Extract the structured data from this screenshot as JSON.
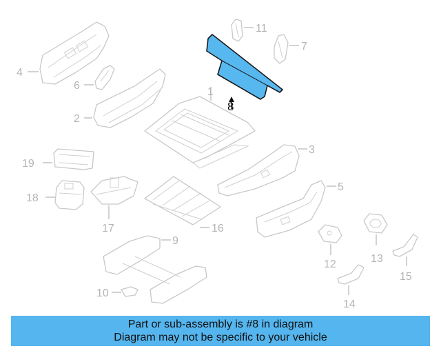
{
  "diagram": {
    "labels": {
      "p1": "1",
      "p2": "2",
      "p3": "3",
      "p4": "4",
      "p5": "5",
      "p6": "6",
      "p7": "7",
      "p8": "8",
      "p9": "9",
      "p10": "10",
      "p11": "11",
      "p12": "12",
      "p13": "13",
      "p14": "14",
      "p15": "15",
      "p16": "16",
      "p17": "17",
      "p18": "18",
      "p19": "19"
    },
    "highlighted_part": "8",
    "colors": {
      "highlight": "#57b8f0",
      "banner": "#55b5ee",
      "linework": "#c8c8c8"
    }
  },
  "banner": {
    "line1": "Part or sub-assembly is #8 in diagram",
    "line2": "Diagram may not be specific to your vehicle"
  }
}
